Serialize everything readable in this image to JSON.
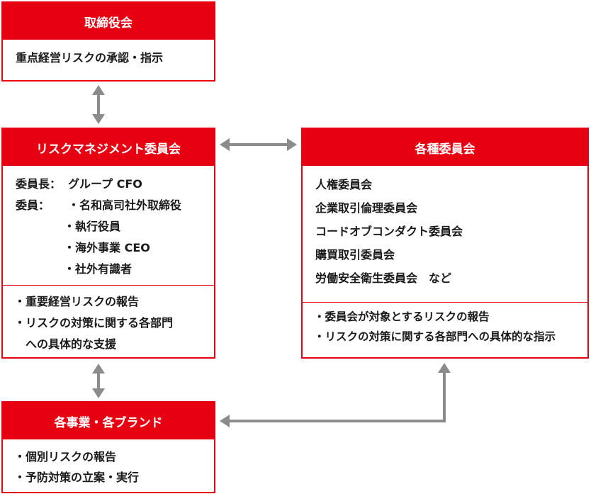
{
  "board": {
    "title": "取締役会",
    "description": "重点経営リスクの承認・指示"
  },
  "risk_committee": {
    "title": "リスクマネジメント委員会",
    "chair_label": "委員長：",
    "chair_value": "グループ CFO",
    "members_label": "委員：",
    "members": [
      "・名和高司社外取締役",
      "・執行役員",
      "・海外事業 CEO",
      "・社外有識者"
    ],
    "duties": [
      "・重要経営リスクの報告",
      "・リスクの対策に関する各部門",
      "　への具体的な支援"
    ]
  },
  "committees": {
    "title": "各種委員会",
    "names": [
      "人権委員会",
      "企業取引倫理委員会",
      "コードオブコンダクト委員会",
      "購買取引委員会",
      "労働安全衛生委員会　など"
    ],
    "duties": [
      "・委員会が対象とするリスクの報告",
      "・リスクの対策に関する各部門への具体的な指示"
    ]
  },
  "business_units": {
    "title": "各事業・各ブランド",
    "duties": [
      "・個別リスクの報告",
      "・予防対策の立案・実行"
    ]
  },
  "colors": {
    "accent": "#e60012",
    "arrow": "#8c8c8c"
  }
}
